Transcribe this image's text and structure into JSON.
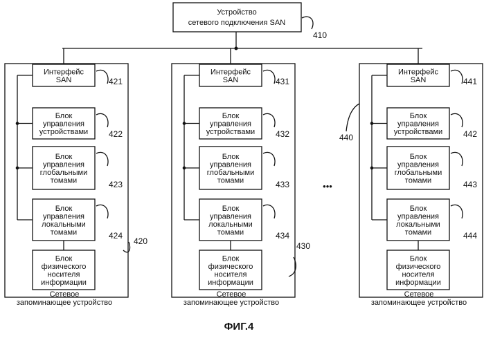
{
  "san_device": {
    "lines": [
      "Устройство",
      "сетевого подключения SAN"
    ],
    "ref": "410"
  },
  "storage_devices": [
    {
      "ref": "420",
      "caption": [
        "Сетевое",
        "запоминающее устройство"
      ],
      "blocks": [
        {
          "lines": [
            "Интерфейс",
            "SAN"
          ],
          "ref": "421"
        },
        {
          "lines": [
            "Блок",
            "управления",
            "устройствами"
          ],
          "ref": "422"
        },
        {
          "lines": [
            "Блок",
            "управления",
            "глобальными",
            "томами"
          ],
          "ref": "423"
        },
        {
          "lines": [
            "Блок",
            "управления",
            "локальными",
            "томами"
          ],
          "ref": "424"
        },
        {
          "lines": [
            "Блок",
            "физического",
            "носителя",
            "информации"
          ],
          "ref": ""
        }
      ]
    },
    {
      "ref": "430",
      "caption": [
        "Сетевое",
        "запоминающее устройство"
      ],
      "blocks": [
        {
          "lines": [
            "Интерфейс",
            "SAN"
          ],
          "ref": "431"
        },
        {
          "lines": [
            "Блок",
            "управления",
            "устройствами"
          ],
          "ref": "432"
        },
        {
          "lines": [
            "Блок",
            "управления",
            "глобальными",
            "томами"
          ],
          "ref": "433"
        },
        {
          "lines": [
            "Блок",
            "управления",
            "локальными",
            "томами"
          ],
          "ref": "434"
        },
        {
          "lines": [
            "Блок",
            "физического",
            "носителя",
            "информации"
          ],
          "ref": ""
        }
      ]
    },
    {
      "ref": "440",
      "caption": [
        "Сетевое",
        "запоминающее устройство"
      ],
      "blocks": [
        {
          "lines": [
            "Интерфейс",
            "SAN"
          ],
          "ref": "441"
        },
        {
          "lines": [
            "Блок",
            "управления",
            "устройствами"
          ],
          "ref": "442"
        },
        {
          "lines": [
            "Блок",
            "управления",
            "глобальными",
            "томами"
          ],
          "ref": "443"
        },
        {
          "lines": [
            "Блок",
            "управления",
            "локальными",
            "томами"
          ],
          "ref": "444"
        },
        {
          "lines": [
            "Блок",
            "физического",
            "носителя",
            "информации"
          ],
          "ref": ""
        }
      ]
    }
  ],
  "ellipsis": "•••",
  "figure_caption": "ФИГ.4"
}
